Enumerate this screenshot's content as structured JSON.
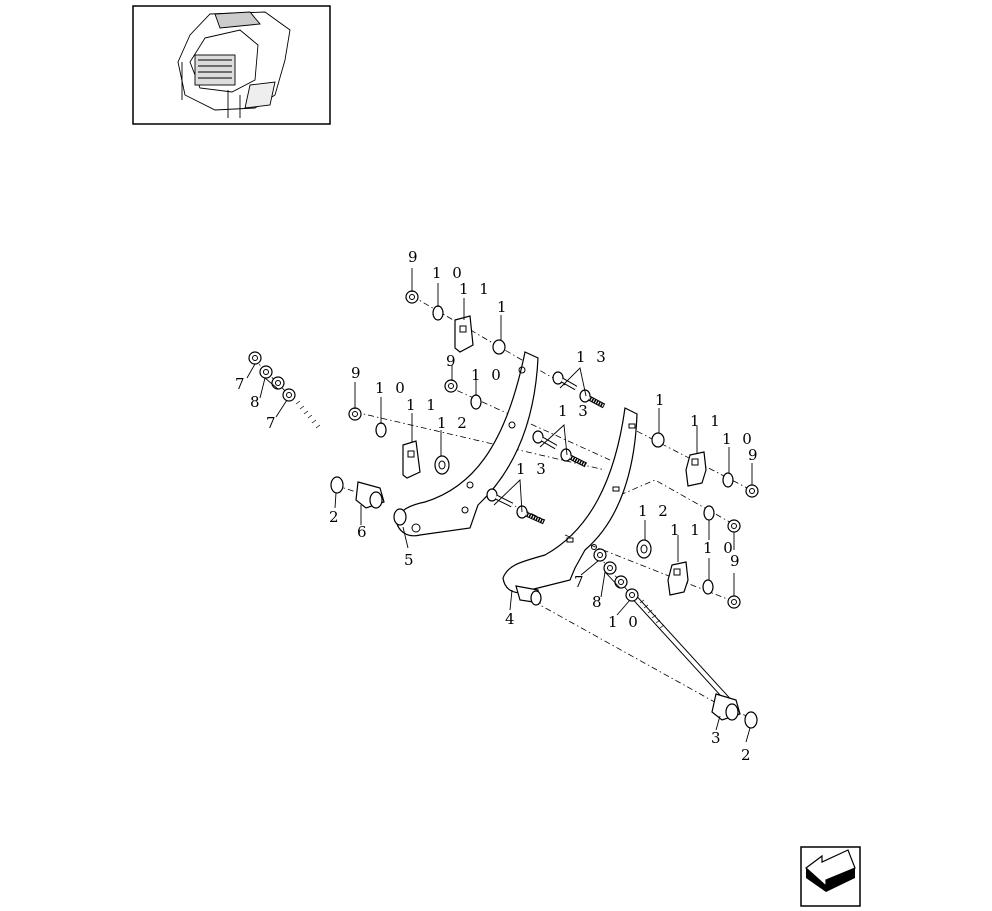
{
  "diagram": {
    "callouts": {
      "c1a": "1",
      "c1b": "1",
      "c2a": "2",
      "c2b": "2",
      "c3": "3",
      "c4": "4",
      "c5": "5",
      "c6": "6",
      "c7a": "7",
      "c7b": "7",
      "c7c": "7",
      "c8a": "8",
      "c8b": "8",
      "c9a": "9",
      "c9b": "9",
      "c9c": "9",
      "c9d": "9",
      "c9e": "9",
      "c10a": "1 0",
      "c10b": "1 0",
      "c10c": "1 0",
      "c10d": "1 0",
      "c10e": "1 0",
      "c10f": "1 0",
      "c11a": "1 1",
      "c11b": "1 1",
      "c11c": "1 1",
      "c11d": "1 1",
      "c12a": "1 2",
      "c12b": "1 2",
      "c13a": "1 3",
      "c13b": "1 3",
      "c13c": "1 3"
    }
  },
  "icons": {
    "thumbnail": "machine-overview-thumbnail-icon",
    "nav": "navigation-arrow-icon"
  }
}
